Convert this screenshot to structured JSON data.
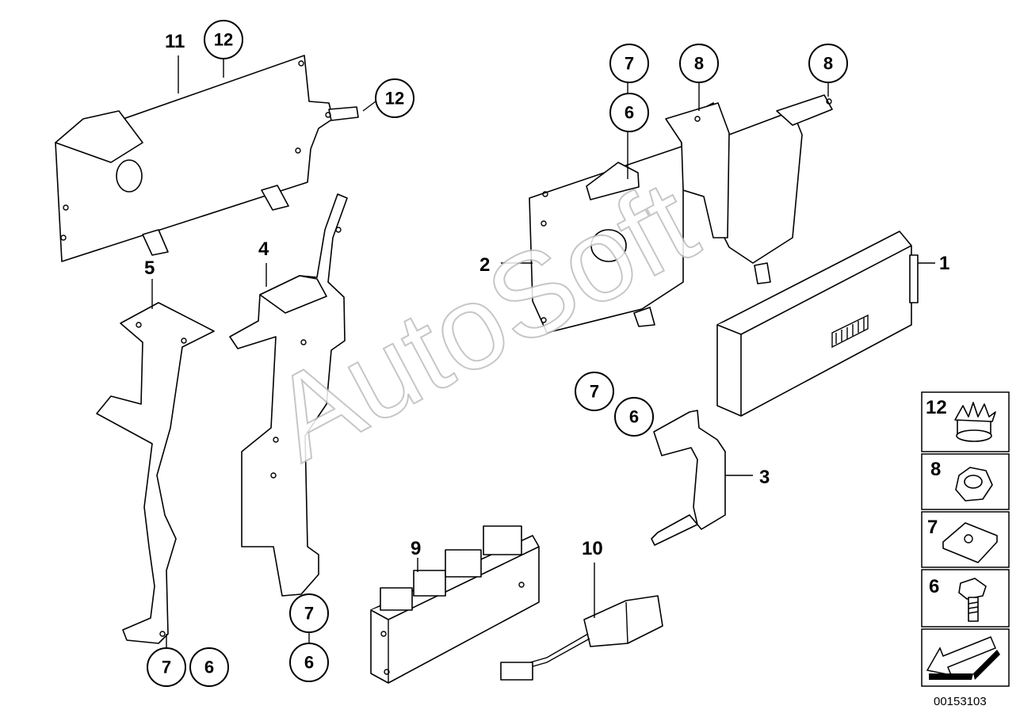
{
  "watermark": "AutoSoft",
  "reference_number": "00153103",
  "callouts": {
    "p1": "1",
    "p2": "2",
    "p3": "3",
    "p4": "4",
    "p5": "5",
    "p9": "9",
    "p10": "10",
    "p11": "11"
  },
  "circles": {
    "c12a": "12",
    "c12b": "12",
    "c7top": "7",
    "c6top": "6",
    "c8a": "8",
    "c8b": "8",
    "c7mid": "7",
    "c6mid": "6",
    "c7left": "7",
    "c6left": "6",
    "c7cen": "7",
    "c6cen": "6"
  },
  "legend": {
    "items": [
      "12",
      "8",
      "7",
      "6"
    ]
  }
}
